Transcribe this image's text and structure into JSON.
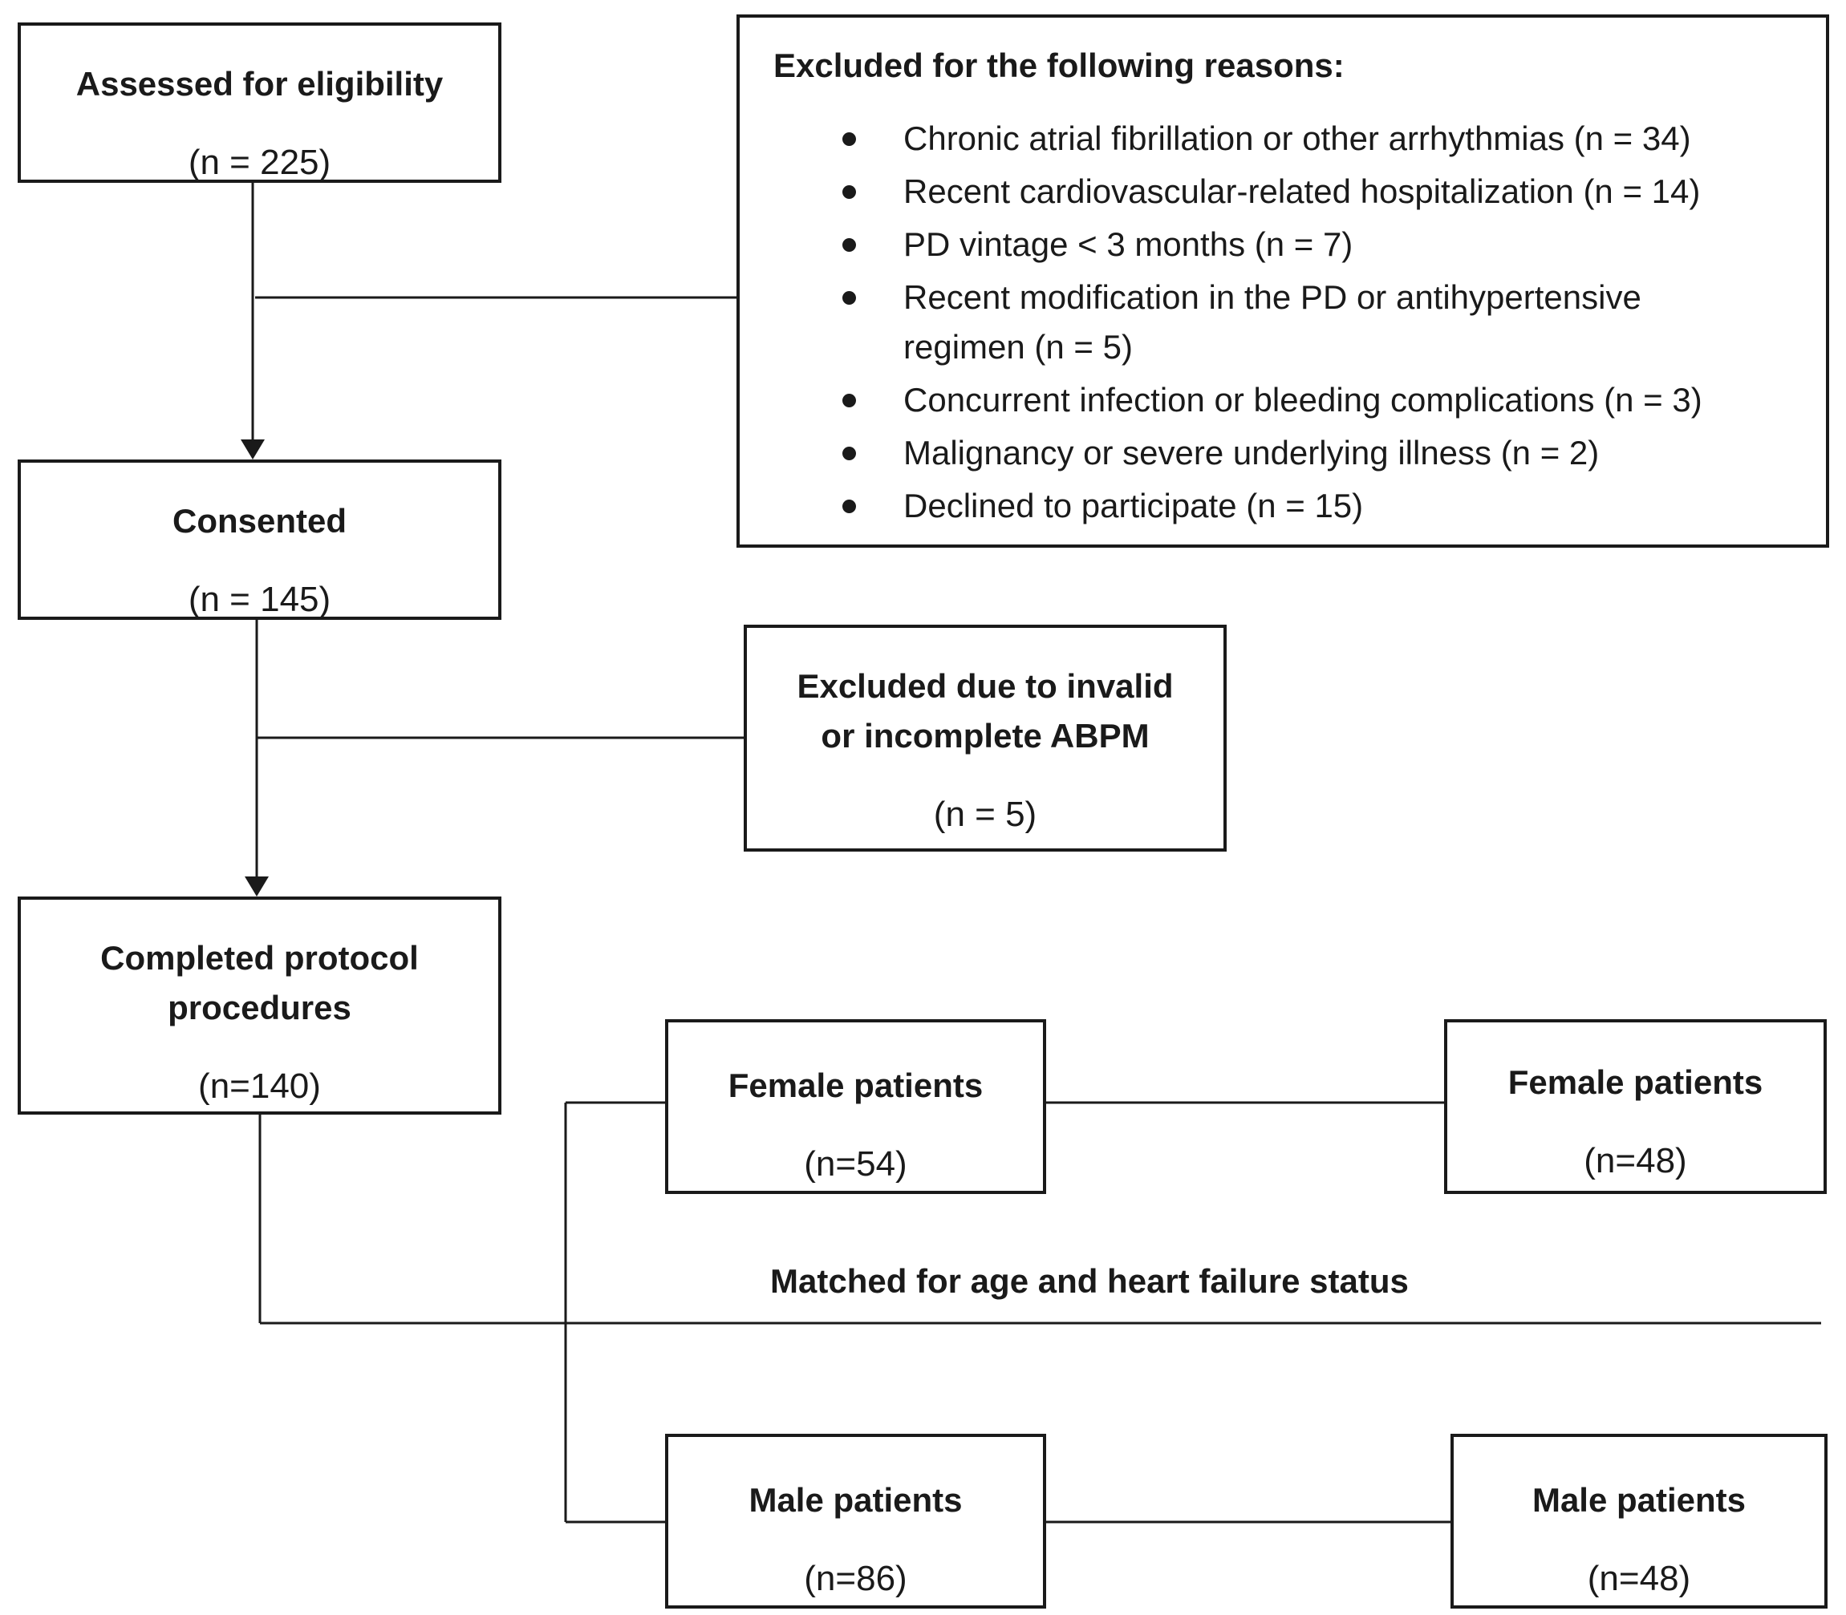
{
  "assessed": {
    "title": "Assessed for eligibility",
    "count": "(n = 225)"
  },
  "excluded": {
    "title": "Excluded for the following reasons:",
    "reasons": [
      "Chronic atrial fibrillation or other arrhythmias (n = 34)",
      "Recent cardiovascular-related hospitalization (n = 14)",
      "PD vintage < 3 months (n = 7)",
      "Recent modification in the PD or antihypertensive regimen (n = 5)",
      "Concurrent infection or bleeding complications (n = 3)",
      "Malignancy or severe underlying illness (n = 2)",
      "Declined to participate (n = 15)"
    ]
  },
  "consented": {
    "title": "Consented",
    "count": "(n = 145)"
  },
  "invalid": {
    "title": "Excluded due to invalid or incomplete ABPM",
    "count": "(n = 5)"
  },
  "completed": {
    "title": "Completed protocol procedures",
    "count": "(n=140)"
  },
  "female_before": {
    "title": "Female patients",
    "count": "(n=54)"
  },
  "female_after": {
    "title": "Female patients",
    "count": "(n=48)"
  },
  "male_before": {
    "title": "Male patients",
    "count": "(n=86)"
  },
  "male_after": {
    "title": "Male patients",
    "count": "(n=48)"
  },
  "match_label": "Matched for age and heart failure status"
}
